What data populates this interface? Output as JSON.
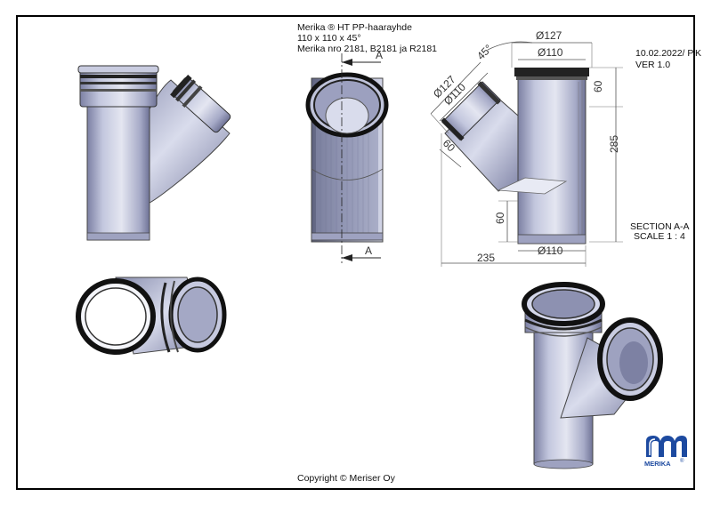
{
  "title": {
    "line1": "Merika ® HT PP-haarayhde",
    "line2": "110 x 110 x 45°",
    "line3": "Merika nro  2181, B2181 ja R2181"
  },
  "revision": {
    "date": "10.02.2022/ P.K",
    "version": "VER 1.0"
  },
  "section": {
    "label": "SECTION A-A",
    "scale": "SCALE 1 : 4",
    "mark_top": "A",
    "mark_bottom": "A"
  },
  "dimensions": {
    "top_outer": "Ø127",
    "top_inner": "Ø110",
    "branch_outer": "Ø127",
    "branch_inner": "Ø110",
    "angle": "45°",
    "socket_depth_top": "60",
    "socket_depth_branch": "60",
    "spigot_length": "60",
    "total_height": "285",
    "bottom_diameter": "Ø110",
    "width": "235"
  },
  "logo": {
    "text": "MERIKA",
    "mark": "®"
  },
  "footer": {
    "copyright": "Copyright © Meriser Oy"
  },
  "colors": {
    "pipe_light": "#d6d9ea",
    "pipe_mid": "#a3a8c6",
    "pipe_dark": "#6e7396",
    "ring_dark": "#1a1a1a",
    "logo_blue": "#1d4aa0",
    "frame": "#000000"
  }
}
